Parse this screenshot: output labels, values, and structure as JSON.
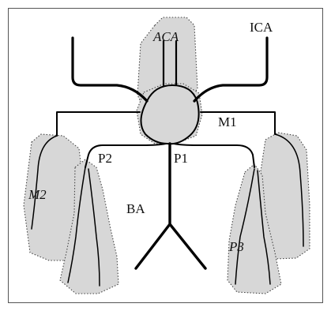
{
  "labels": {
    "aca": "ACA",
    "ica": "ICA",
    "m1": "M1",
    "m2": "M2",
    "p1": "P1",
    "p2": "P2",
    "ba": "BA",
    "p3": "P3"
  },
  "colors": {
    "territory_fill": "#d7d7d7",
    "vessel_stroke": "#000000",
    "frame": "#444444"
  }
}
